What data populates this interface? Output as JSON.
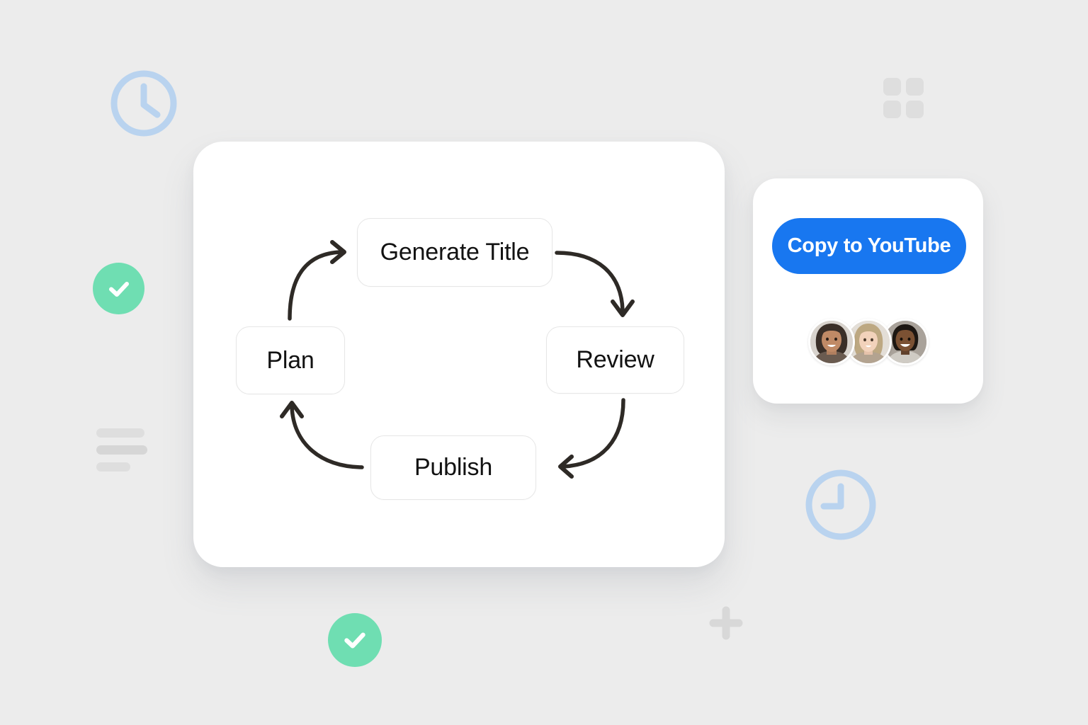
{
  "workflow": {
    "card_name": "content-workflow-card",
    "nodes": [
      {
        "id": "generate-title",
        "label": "Generate Title"
      },
      {
        "id": "review",
        "label": "Review"
      },
      {
        "id": "publish",
        "label": "Publish"
      },
      {
        "id": "plan",
        "label": "Plan"
      }
    ],
    "flow_order": [
      "Plan",
      "Generate Title",
      "Review",
      "Publish",
      "Plan"
    ],
    "arrows": [
      {
        "from": "Plan",
        "to": "Generate Title",
        "direction": "right"
      },
      {
        "from": "Generate Title",
        "to": "Review",
        "direction": "down"
      },
      {
        "from": "Review",
        "to": "Publish",
        "direction": "left"
      },
      {
        "from": "Publish",
        "to": "Plan",
        "direction": "up"
      }
    ]
  },
  "share_card": {
    "button_label": "Copy to YouTube",
    "avatars": [
      {
        "name": "avatar-person-1"
      },
      {
        "name": "avatar-person-2"
      },
      {
        "name": "avatar-person-3"
      }
    ]
  },
  "decorations": [
    {
      "name": "clock-icon-top-left",
      "type": "clock"
    },
    {
      "name": "clock-icon-bottom-right",
      "type": "clock"
    },
    {
      "name": "check-circle-left",
      "type": "check"
    },
    {
      "name": "check-circle-bottom",
      "type": "check"
    },
    {
      "name": "grid-icon-top-right",
      "type": "grid"
    },
    {
      "name": "list-lines-icon-left",
      "type": "lines"
    },
    {
      "name": "plus-icon-bottom",
      "type": "plus"
    }
  ],
  "colors": {
    "background": "#ececec",
    "card": "#ffffff",
    "accent_blue": "#1877f0",
    "accent_green": "#6fdeb2",
    "deco_blue": "#b9d3ef",
    "deco_grey": "#dedede",
    "node_border": "#e6e6e6",
    "arrow": "#2e2a26",
    "text": "#121212"
  }
}
